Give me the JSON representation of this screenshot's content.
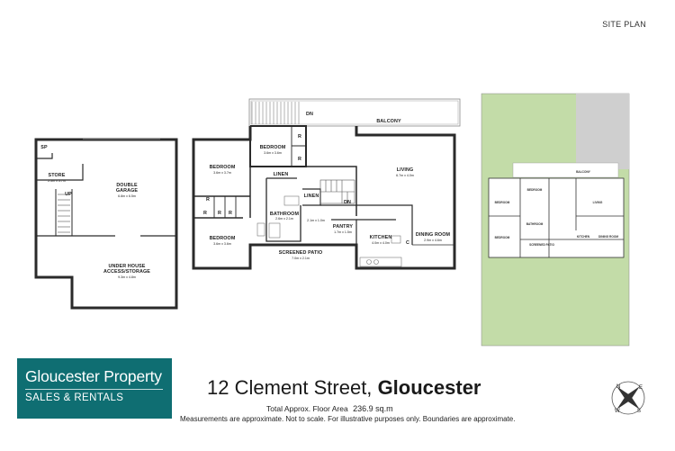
{
  "site_plan_label": "SITE PLAN",
  "lower_level": {
    "sp": "SP",
    "store": {
      "name": "STORE",
      "dims": "2.5m x 5.7m"
    },
    "up": "UP",
    "garage": {
      "name": "DOUBLE",
      "name2": "GARAGE",
      "dims": "6.8m x 6.5m"
    },
    "under": {
      "name": "UNDER HOUSE",
      "name2": "ACCESS/STORAGE",
      "dims": "9.3m x 4.8m"
    }
  },
  "upper_level": {
    "dn_top": "DN",
    "balcony": "BALCONY",
    "bedroom_top": {
      "name": "BEDROOM",
      "dims": "3.6m x 3.6m"
    },
    "bedroom_left": {
      "name": "BEDROOM",
      "dims": "3.6m x 3.7m"
    },
    "bedroom_bottom": {
      "name": "BEDROOM",
      "dims": "3.6m x 3.6m"
    },
    "r": "R",
    "linen": "LINEN",
    "bathroom": {
      "name": "BATHROOM",
      "dims": "2.6m x 2.1m"
    },
    "living": {
      "name": "LIVING",
      "dims": "6.7m x 4.0m"
    },
    "dn_stair": "DN",
    "pantry": {
      "name": "PANTRY",
      "dims": "1.7m x 1.5m"
    },
    "hall_dims": "2.1m x 1.0m",
    "kitchen": {
      "name": "KITCHEN",
      "dims": "4.0m x 4.0m"
    },
    "dining": {
      "name": "DINING ROOM",
      "dims": "2.9m x 4.6m"
    },
    "c": "C",
    "screened_patio": {
      "name": "SCREENED PATIO",
      "dims": "7.0m x 2.1m"
    }
  },
  "mini_plan": {
    "balcony": "BALCONY",
    "bedroom": "BEDROOM",
    "living": "LIVING",
    "bathroom": "BATHROOM",
    "kitchen": "KITCHEN",
    "dining": "DINING ROOM",
    "patio": "SCREENED PATIO"
  },
  "agency": {
    "name": "Gloucester Property",
    "tagline": "SALES & RENTALS",
    "color": "#0f6e72"
  },
  "address": {
    "street": "12 Clement Street,",
    "town": "Gloucester"
  },
  "floor_area": {
    "label": "Total Approx. Floor Area",
    "value": "236.9 sq.m"
  },
  "disclaimer": "Measurements are approximate. Not to scale. For illustrative purposes only. Boundaries are approximate.",
  "compass": {
    "n": "N",
    "s": "S",
    "e": "E",
    "w": "W"
  },
  "colors": {
    "lawn": "#c3dca8",
    "driveway": "#cfcfcf",
    "wall": "#2a2a2a"
  }
}
